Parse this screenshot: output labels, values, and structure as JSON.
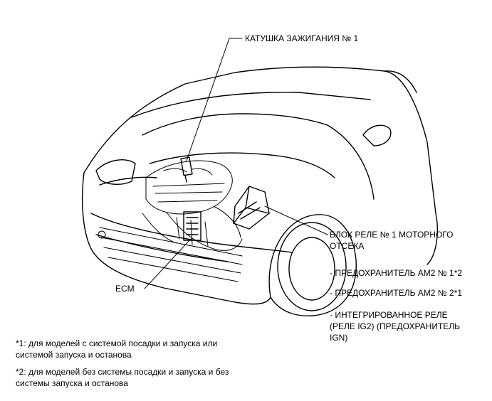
{
  "callouts": {
    "ignition_coil": "КАТУШКА ЗАЖИГАНИЯ № 1",
    "relay_block_line1": "БЛОК РЕЛЕ № 1 МОТОРНОГО",
    "relay_block_line2": "ОТСЕКА",
    "ecm": "ECM"
  },
  "relay_contents": [
    "- ПРЕДОХРАНИТЕЛЬ AM2 № 1*2",
    "- ПРЕДОХРАНИТЕЛЬ AM2 № 2*1",
    "- ИНТЕГРИРОВАННОЕ РЕЛЕ",
    "(РЕЛЕ IG2) (ПРЕДОХРАНИТЕЛЬ",
    "IGN)"
  ],
  "footnotes": {
    "note1_line1": "*1: для моделей с системой посадки и запуска или",
    "note1_line2": "системой запуска и останова",
    "note2_line1": "*2: для моделей без системы посадки и запуска и без",
    "note2_line2": "системы запуска и останова"
  },
  "colors": {
    "ink": "#000000",
    "background": "#ffffff"
  }
}
